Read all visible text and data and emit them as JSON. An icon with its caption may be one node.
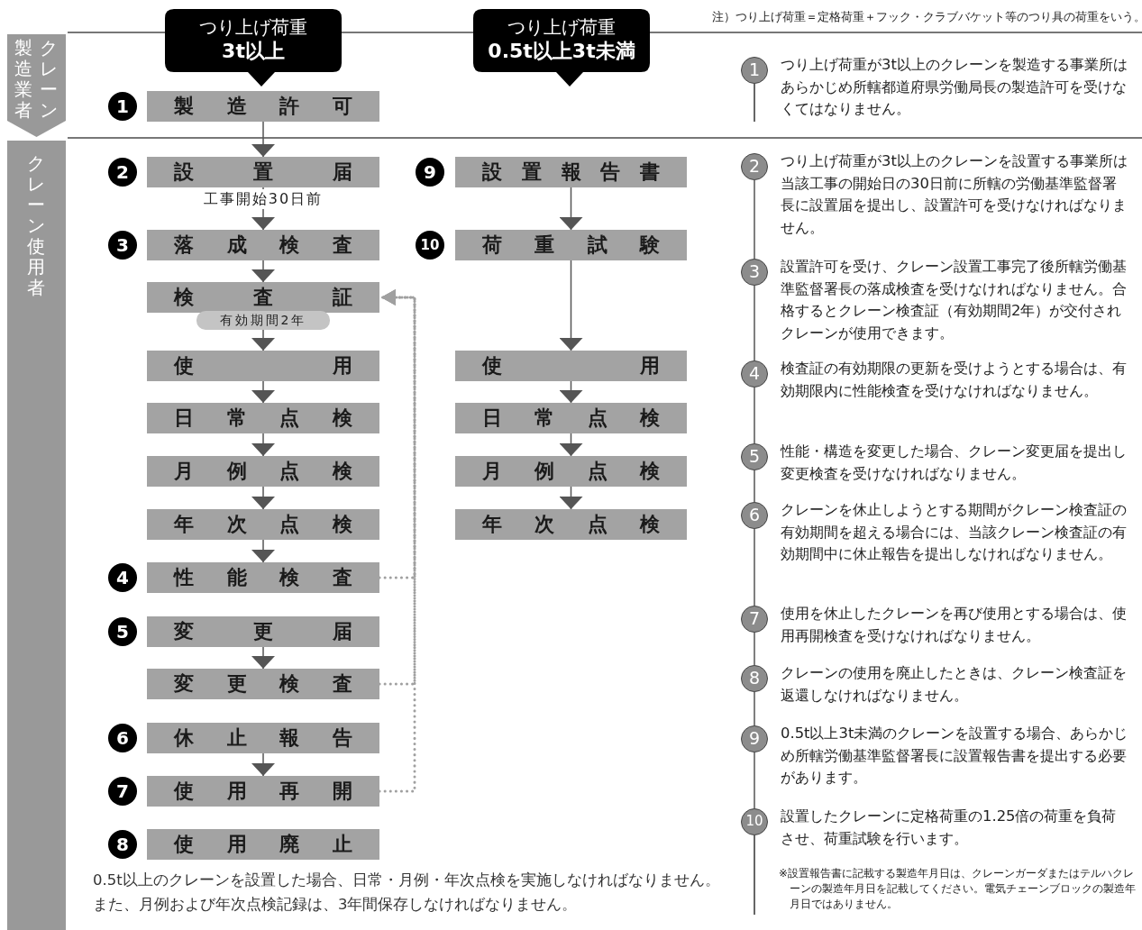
{
  "diagram": {
    "nodes": [
      {
        "text": [
          "つり上げ荷重",
          "3t以上"
        ]
      },
      {
        "text": [
          "つり上げ荷重",
          "0.5t以上3t未満"
        ]
      },
      {
        "text": [
          "クレーン製造業者"
        ]
      },
      {
        "text": [
          "クレーン使用者"
        ]
      },
      {
        "text": [
          "1"
        ]
      },
      {
        "text": [
          "製造許可"
        ]
      },
      {
        "text": [
          "2"
        ]
      },
      {
        "text": [
          "設置届"
        ],
        "beside": [
          "工事開始30日前"
        ]
      },
      {
        "text": [
          "3"
        ]
      },
      {
        "text": [
          "落成検査"
        ]
      },
      {
        "text": [
          "検査証"
        ],
        "beside": [
          "有効期間2年"
        ]
      },
      {
        "text": [
          "使用"
        ]
      },
      {
        "text": [
          "日常点検"
        ]
      },
      {
        "text": [
          "月例点検"
        ]
      },
      {
        "text": [
          "年次点検"
        ]
      },
      {
        "text": [
          "4"
        ]
      },
      {
        "text": [
          "性能検査"
        ]
      },
      {
        "text": [
          "5"
        ]
      },
      {
        "text": [
          "変更届"
        ]
      },
      {
        "text": [
          "変更検査"
        ]
      },
      {
        "text": [
          "6"
        ]
      },
      {
        "text": [
          "休止報告"
        ]
      },
      {
        "text": [
          "7"
        ]
      },
      {
        "text": [
          "使用再開"
        ]
      },
      {
        "text": [
          "8"
        ]
      },
      {
        "text": [
          "使用廃止"
        ]
      },
      {
        "text": [
          "9"
        ]
      },
      {
        "text": [
          "設置報告書"
        ]
      },
      {
        "text": [
          "10"
        ]
      },
      {
        "text": [
          "荷重試験"
        ]
      },
      {
        "text": [
          "使用"
        ]
      },
      {
        "text": [
          "日常点検"
        ]
      },
      {
        "text": [
          "月例点検"
        ]
      },
      {
        "text": [
          "年次点検"
        ]
      },
      {
        "text": [
          "1"
        ],
        "beside": [
          "つり上げ荷重が3t以上のクレーンを製造する事業所はあらかじめ所轄都道府県労働局長の製造許可を受けなくてはなりません。"
        ]
      },
      {
        "text": [
          "2"
        ],
        "beside": [
          "つり上げ荷重が3t以上のクレーンを設置する事業所は当該工事の開始日の30日前に所轄の労働基準監督署長に設置届を提出し、設置許可を受けなければなりません。"
        ]
      },
      {
        "text": [
          "3"
        ],
        "beside": [
          "設置許可を受け、クレーン設置工事完了後所轄労働基準監督署長の落成検査を受けなければなりません。合格するとクレーン検査証（有効期間2年）が交付されクレーンが使用できます。"
        ]
      },
      {
        "text": [
          "4"
        ],
        "beside": [
          "検査証の有効期限の更新を受けようとする場合は、有効期限内に性能検査を受けなければなりません。"
        ]
      },
      {
        "text": [
          "5"
        ],
        "beside": [
          "性能・構造を変更した場合、クレーン変更届を提出し変更検査を受けなければなりません。"
        ]
      },
      {
        "text": [
          "6"
        ],
        "beside": [
          "クレーンを休止しようとする期間がクレーン検査証の有効期間を超える場合には、当該クレーン検査証の有効期間中に休止報告を提出しなければなりません。"
        ]
      },
      {
        "text": [
          "7"
        ],
        "beside": [
          "使用を休止したクレーンを再び使用とする場合は、使用再開検査を受けなければなりません。"
        ]
      },
      {
        "text": [
          "8"
        ],
        "beside": [
          "クレーンの使用を廃止したときは、クレーン検査証を返還しなければなりません。"
        ]
      },
      {
        "text": [
          "9"
        ],
        "beside": [
          "0.5t以上3t未満のクレーンを設置する場合、あらかじめ所轄労働基準監督署長に設置報告書を提出する必要があります。"
        ]
      },
      {
        "text": [
          "10"
        ],
        "beside": [
          "設置したクレーンに定格荷重の1.25倍の荷重を負荷させ、荷重試験を行います。"
        ]
      }
    ],
    "edges": [
      {
        "from": 5,
        "to": 7,
        "arrow": "to"
      },
      {
        "from": 7,
        "to": 9,
        "arrow": "to"
      },
      {
        "from": 9,
        "to": 10,
        "arrow": "to"
      },
      {
        "from": 10,
        "to": 11,
        "arrow": "to"
      },
      {
        "from": 11,
        "to": 12,
        "arrow": "to"
      },
      {
        "from": 12,
        "to": 13,
        "arrow": "to"
      },
      {
        "from": 13,
        "to": 14,
        "arrow": "to"
      },
      {
        "from": 14,
        "to": 16,
        "arrow": "to"
      },
      {
        "from": 18,
        "to": 19,
        "arrow": "to"
      },
      {
        "from": 21,
        "to": 23,
        "arrow": "to"
      },
      {
        "from": 27,
        "to": 29,
        "arrow": "to"
      },
      {
        "from": 29,
        "to": 30,
        "arrow": "to"
      },
      {
        "from": 30,
        "to": 31,
        "arrow": "to"
      },
      {
        "from": 31,
        "to": 32,
        "arrow": "to"
      },
      {
        "from": 32,
        "to": 33,
        "arrow": "to"
      },
      {
        "from": 16,
        "to": 10,
        "arrow": "to",
        "style": "dashed",
        "color": "#a0a0a0"
      },
      {
        "from": 19,
        "to": 10,
        "arrow": "to",
        "style": "dashed",
        "color": "#a0a0a0"
      },
      {
        "from": 23,
        "to": 10,
        "arrow": "to",
        "style": "dashed",
        "color": "#a0a0a0"
      },
      {
        "from": 35,
        "to": 36,
        "arrow": "none"
      },
      {
        "from": 36,
        "to": 37,
        "arrow": "none"
      },
      {
        "from": 37,
        "to": 38,
        "arrow": "none"
      },
      {
        "from": 38,
        "to": 39,
        "arrow": "none"
      },
      {
        "from": 39,
        "to": 40,
        "arrow": "none"
      },
      {
        "from": 40,
        "to": 41,
        "arrow": "none"
      },
      {
        "from": 41,
        "to": 42,
        "arrow": "none"
      },
      {
        "from": 42,
        "to": 43,
        "arrow": "none"
      }
    ],
    "labels": [
      "注）つり上げ荷重＝定格荷重＋フック・クラブバケット等のつり具の荷重をいう。",
      "0.5t以上のクレーンを設置した場合、日常・月例・年次点検を実施しなければなりません。",
      "また、月例および年次点検記録は、3年間保存しなければなりません。",
      "※設置報告書に記載する製造年月日は、クレーンガーダまたはテルハクレーンの製造年月日を記載してください。電気チェーンブロックの製造年月日ではありません。"
    ]
  }
}
